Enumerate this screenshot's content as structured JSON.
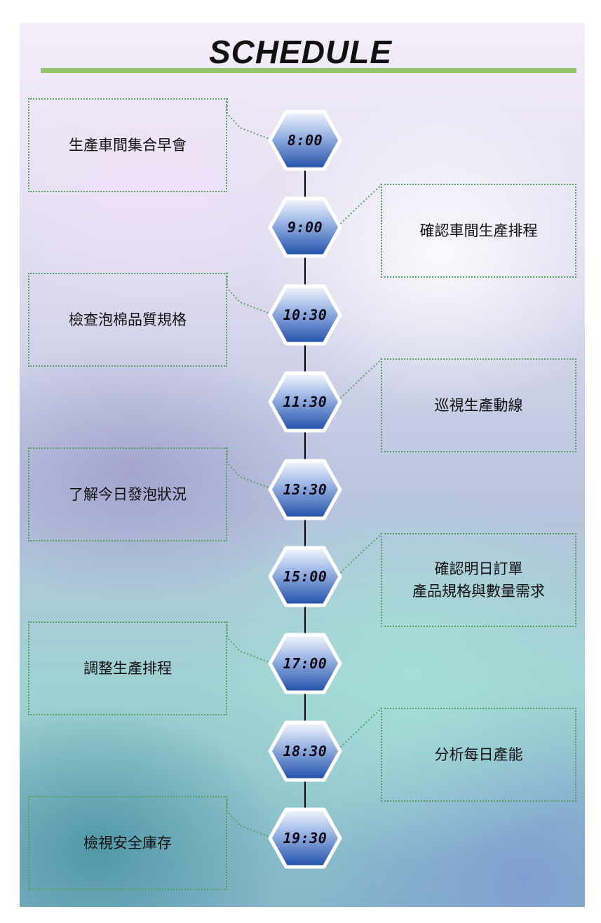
{
  "title": "SCHEDULE",
  "colors": {
    "title_rule": "#95c36c",
    "box_border": "#55a062",
    "hex_top": "#f4f7fd",
    "hex_bottom": "#1f4fa9",
    "hex_outline": "#ffffff"
  },
  "events": [
    {
      "time": "8:00",
      "task": "生產車間集合早會",
      "side": "left"
    },
    {
      "time": "9:00",
      "task": "確認車間生產排程",
      "side": "right"
    },
    {
      "time": "10:30",
      "task": "檢查泡棉品質規格",
      "side": "left"
    },
    {
      "time": "11:30",
      "task": "巡視生產動線",
      "side": "right"
    },
    {
      "time": "13:30",
      "task": "了解今日發泡狀況",
      "side": "left"
    },
    {
      "time": "15:00",
      "task": "確認明日訂單\n產品規格與數量需求",
      "side": "right"
    },
    {
      "time": "17:00",
      "task": "調整生產排程",
      "side": "left"
    },
    {
      "time": "18:30",
      "task": "分析每日產能",
      "side": "right"
    },
    {
      "time": "19:30",
      "task": "檢視安全庫存",
      "side": "left"
    }
  ]
}
